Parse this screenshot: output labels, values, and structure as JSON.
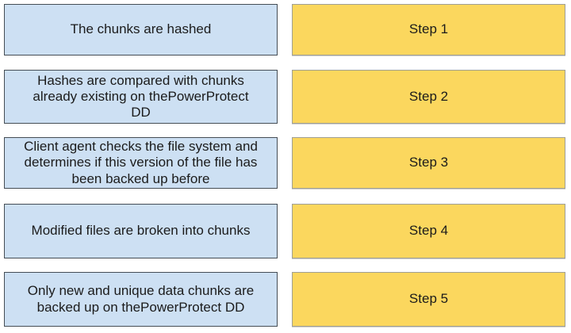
{
  "title": "PowerProtect DD backup process step-matching",
  "colors": {
    "background": "#ffffff",
    "description_fill": "#cde0f3",
    "description_border": "#454d55",
    "step_fill": "#fbd75e",
    "step_border": "#9f9f95",
    "text": "#1b1b1b"
  },
  "rows": [
    {
      "description": "The chunks are hashed",
      "step": "Step 1"
    },
    {
      "description": "Hashes are compared with chunks\nalready existing on thePowerProtect\nDD",
      "step": "Step 2"
    },
    {
      "description": "Client agent checks the file system and\ndetermines if this version of the file has\nbeen backed up before",
      "step": "Step 3"
    },
    {
      "description": "Modified files are broken into chunks",
      "step": "Step 4"
    },
    {
      "description": "Only new and unique data chunks are\nbacked up on thePowerProtect DD",
      "step": "Step 5"
    }
  ]
}
